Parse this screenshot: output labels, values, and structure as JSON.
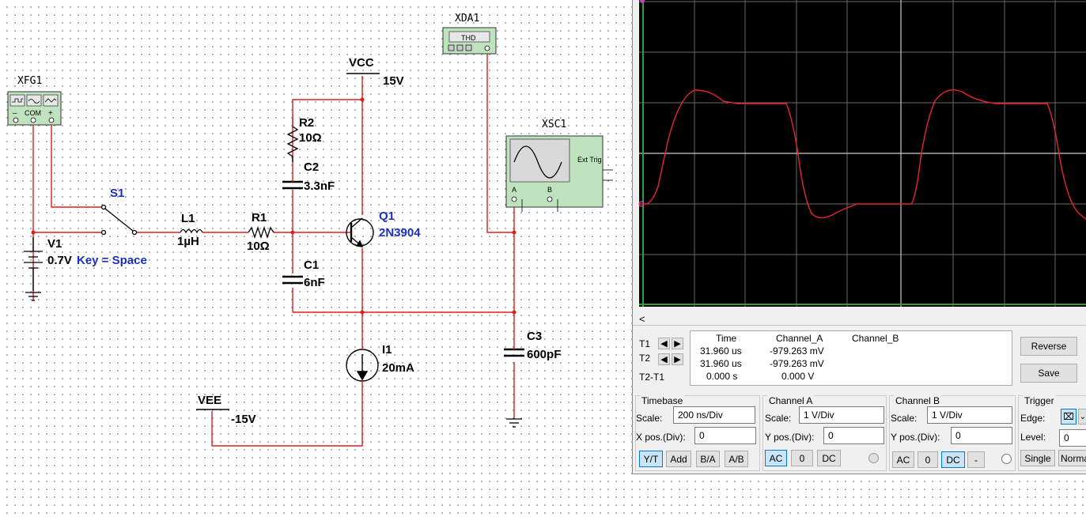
{
  "schematic": {
    "xfg1": "XFG1",
    "xfg_com": "COM",
    "xfg_minus": "–",
    "xfg_plus": "+",
    "xda1": "XDA1",
    "thd": "THD",
    "xsc1": "XSC1",
    "ext_trig": "Ext Trig",
    "scope_a": "A",
    "scope_b": "B",
    "vcc": "VCC",
    "vcc_value": "15V",
    "vee": "VEE",
    "vee_value": "-15V",
    "s1": "S1",
    "key": "Key = Space",
    "v1": "V1",
    "v1_value": "0.7V",
    "l1": "L1",
    "l1_value": "1µH",
    "r1": "R1",
    "r1_value": "10Ω",
    "r2": "R2",
    "r2_value": "10Ω",
    "c1": "C1",
    "c1_value": "6nF",
    "c2": "C2",
    "c2_value": "3.3nF",
    "c3": "C3",
    "c3_value": "600pF",
    "q1": "Q1",
    "q1_model": "2N3904",
    "i1": "I1",
    "i1_value": "20mA"
  },
  "oscilloscope": {
    "scroll_left": "<",
    "cursor_table": {
      "headers": [
        "Time",
        "Channel_A",
        "Channel_B"
      ],
      "rows": [
        {
          "label": "T1",
          "time": "31.960 us",
          "channel_a": "-979.263 mV",
          "channel_b": ""
        },
        {
          "label": "T2",
          "time": "31.960 us",
          "channel_a": "-979.263 mV",
          "channel_b": ""
        },
        {
          "label": "T2-T1",
          "time": "0.000 s",
          "channel_a": "0.000 V",
          "channel_b": ""
        }
      ]
    },
    "reverse_label": "Reverse",
    "save_label": "Save",
    "timebase": {
      "title": "Timebase",
      "scale_label": "Scale:",
      "scale": "200 ns/Div",
      "pos_label": "X pos.(Div):",
      "pos": "0",
      "modes": [
        "Y/T",
        "Add",
        "B/A",
        "A/B"
      ]
    },
    "channel_a": {
      "title": "Channel A",
      "scale_label": "Scale:",
      "scale": "1  V/Div",
      "pos_label": "Y pos.(Div):",
      "pos": "0",
      "coupling": [
        "AC",
        "0",
        "DC"
      ]
    },
    "channel_b": {
      "title": "Channel B",
      "scale_label": "Scale:",
      "scale": "1  V/Div",
      "pos_label": "Y pos.(Div):",
      "pos": "0",
      "coupling": [
        "AC",
        "0",
        "DC",
        "-"
      ]
    },
    "trigger": {
      "title": "Trigger",
      "edge_label": "Edge:",
      "level_label": "Level:",
      "level": "0",
      "modes": [
        "Single",
        "Normal"
      ]
    },
    "colors": {
      "trace": "#e8262a",
      "screen": "#000000",
      "grid": "#5a5a5a",
      "panel": "#f0f0f0"
    }
  }
}
